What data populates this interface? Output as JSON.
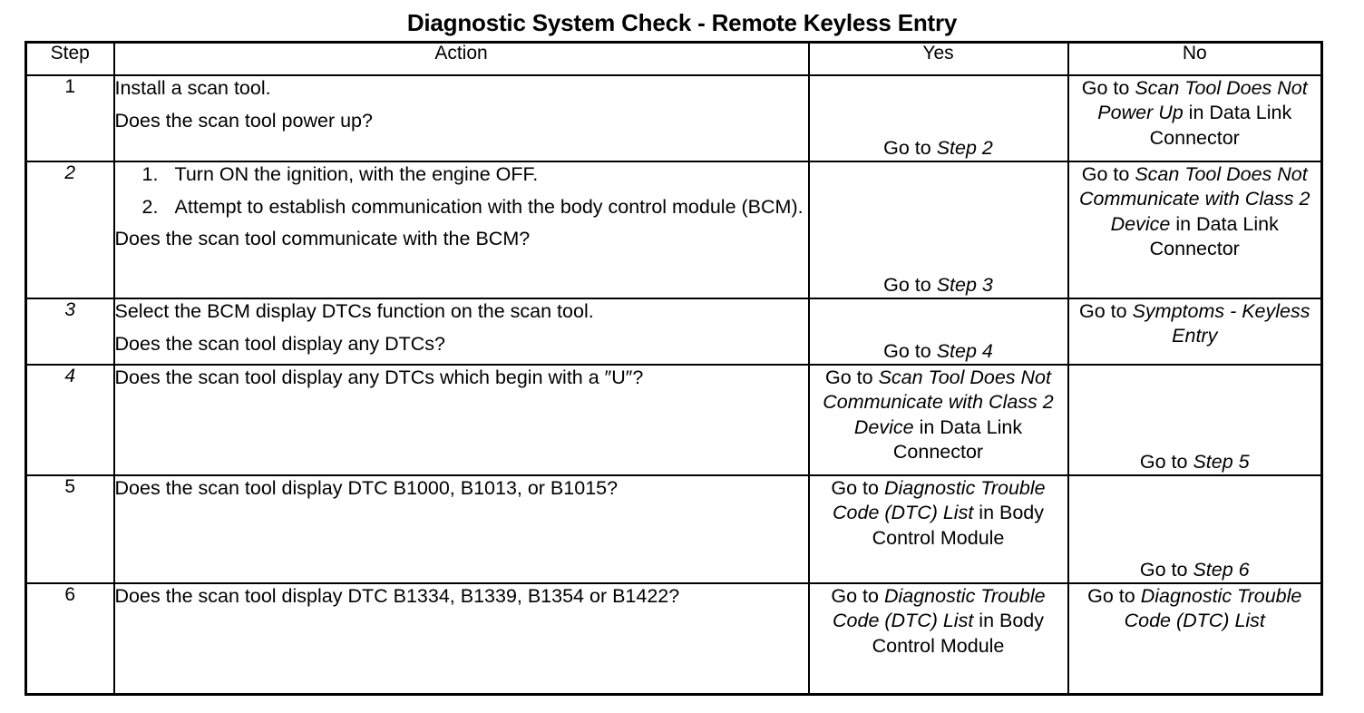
{
  "document": {
    "title": "Diagnostic System Check - Remote Keyless Entry"
  },
  "table": {
    "headers": {
      "step": "Step",
      "action": "Action",
      "yes": "Yes",
      "no": "No"
    },
    "rows": [
      {
        "step": "1",
        "step_italic": false,
        "action_lines": [
          "Install a scan tool.",
          "Does the scan tool power up?"
        ],
        "action_list": [],
        "yes": {
          "pre": "Go to ",
          "italic": "Step 2",
          "post": ""
        },
        "no": {
          "pre": "Go to ",
          "italic": "Scan Tool Does Not Power Up",
          "post": " in Data Link  Connector"
        }
      },
      {
        "step": "2",
        "step_italic": true,
        "action_lines": [
          "Does the scan tool communicate with the BCM?"
        ],
        "action_list": [
          "Turn ON the ignition, with the engine OFF.",
          "Attempt to establish communication with the body control module (BCM)."
        ],
        "yes": {
          "pre": "Go to ",
          "italic": "Step 3",
          "post": ""
        },
        "no": {
          "pre": "Go to ",
          "italic": "Scan Tool Does Not Communicate with Class 2 Device",
          "post": " in Data Link Connector"
        }
      },
      {
        "step": "3",
        "step_italic": true,
        "action_lines": [
          "Select the BCM display DTCs function on the scan tool.",
          "Does the scan tool display any DTCs?"
        ],
        "action_list": [],
        "yes": {
          "pre": "Go to ",
          "italic": "Step 4",
          "post": ""
        },
        "no": {
          "pre": "Go to ",
          "italic": "Symptoms - Keyless Entry",
          "post": ""
        }
      },
      {
        "step": "4",
        "step_italic": true,
        "action_lines": [
          "Does the scan tool display any DTCs which begin with a ″U″?"
        ],
        "action_list": [],
        "yes": {
          "pre": "Go to ",
          "italic": "Scan Tool Does Not Communicate with Class 2 Device",
          "post": " in Data Link  Connector"
        },
        "no": {
          "pre": "Go to ",
          "italic": "Step 5",
          "post": ""
        }
      },
      {
        "step": "5",
        "step_italic": false,
        "action_lines": [
          "Does the scan tool display DTC B1000, B1013, or B1015?"
        ],
        "action_list": [],
        "yes": {
          "pre": "Go to ",
          "italic": "Diagnostic Trouble Code (DTC) List",
          "post": " in Body Control Module"
        },
        "no": {
          "pre": "Go to ",
          "italic": "Step 6",
          "post": ""
        }
      },
      {
        "step": "6",
        "step_italic": false,
        "action_lines": [
          "Does the scan tool display DTC B1334, B1339, B1354 or B1422?"
        ],
        "action_list": [],
        "yes": {
          "pre": "Go to ",
          "italic": "Diagnostic Trouble Code (DTC) List",
          "post": " in Body Control Module"
        },
        "no": {
          "pre": "Go to ",
          "italic": "Diagnostic Trouble Code (DTC) List",
          "post": ""
        }
      }
    ],
    "row_alignment": {
      "yes": [
        "bottom",
        "bottom",
        "bottom",
        "top",
        "top",
        "top"
      ],
      "no": [
        "top",
        "top",
        "top",
        "bottom",
        "bottom",
        "top"
      ]
    }
  }
}
